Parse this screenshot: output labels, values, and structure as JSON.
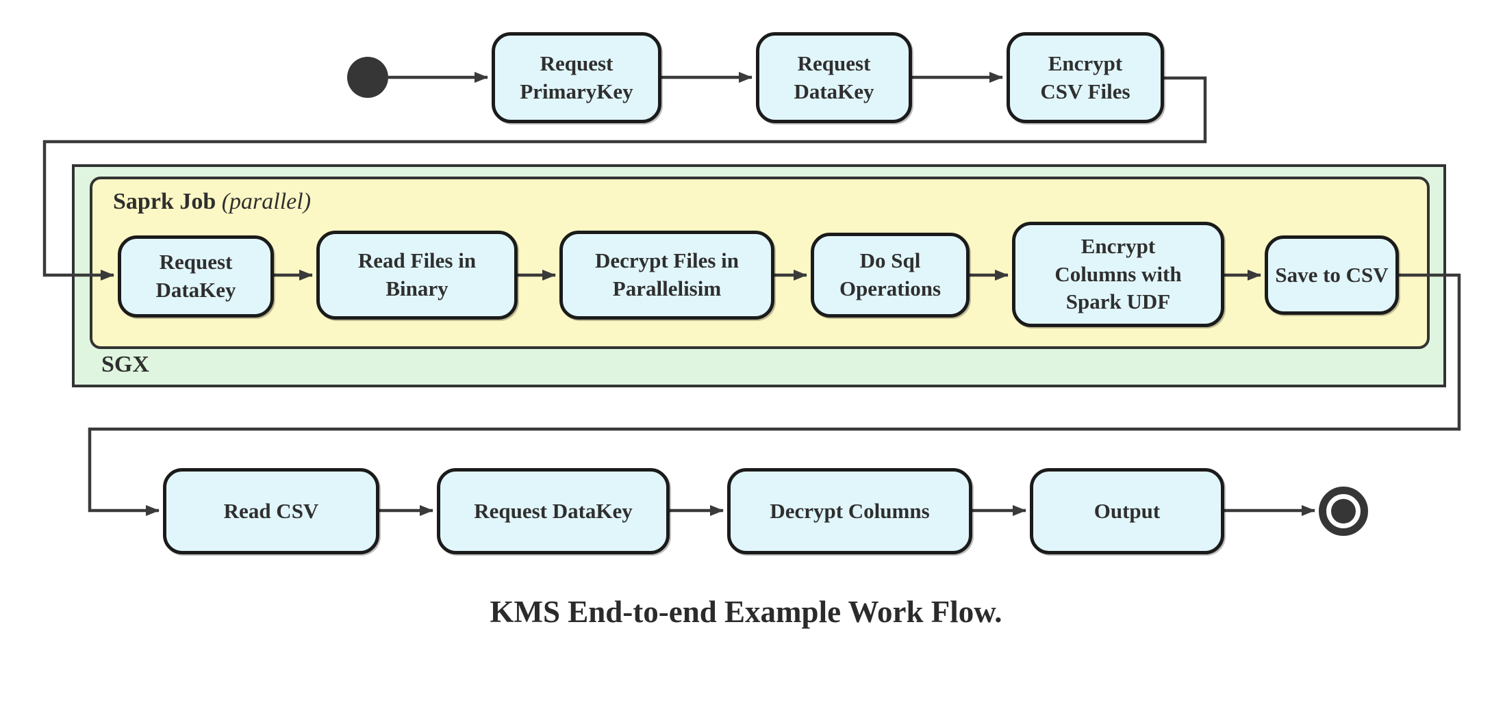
{
  "diagram": {
    "caption": "KMS End-to-end Example Work Flow.",
    "colors": {
      "node_fill": "#e1f6fb",
      "node_border": "#1b1b1b",
      "spark_fill": "#fcf8c5",
      "sgx_fill": "#dff5df",
      "container_border": "#333333",
      "line": "#3a3a3a",
      "terminal": "#363636",
      "text": "#2f2f2f"
    },
    "top_row": {
      "nodes": [
        {
          "label": "Request\nPrimaryKey"
        },
        {
          "label": "Request\nDataKey"
        },
        {
          "label": "Encrypt\nCSV Files"
        }
      ]
    },
    "sgx_container": {
      "label": "SGX",
      "spark_container": {
        "label": "Saprk Job",
        "qualifier": "(parallel)",
        "nodes": [
          {
            "label": "Request\nDataKey"
          },
          {
            "label": "Read Files in\nBinary"
          },
          {
            "label": "Decrypt Files in\nParallelisim"
          },
          {
            "label": "Do Sql\nOperations"
          },
          {
            "label": "Encrypt\nColumns with\nSpark UDF"
          },
          {
            "label": "Save to CSV"
          }
        ]
      }
    },
    "bottom_row": {
      "nodes": [
        {
          "label": "Read CSV"
        },
        {
          "label": "Request DataKey"
        },
        {
          "label": "Decrypt Columns"
        },
        {
          "label": "Output"
        }
      ]
    }
  }
}
